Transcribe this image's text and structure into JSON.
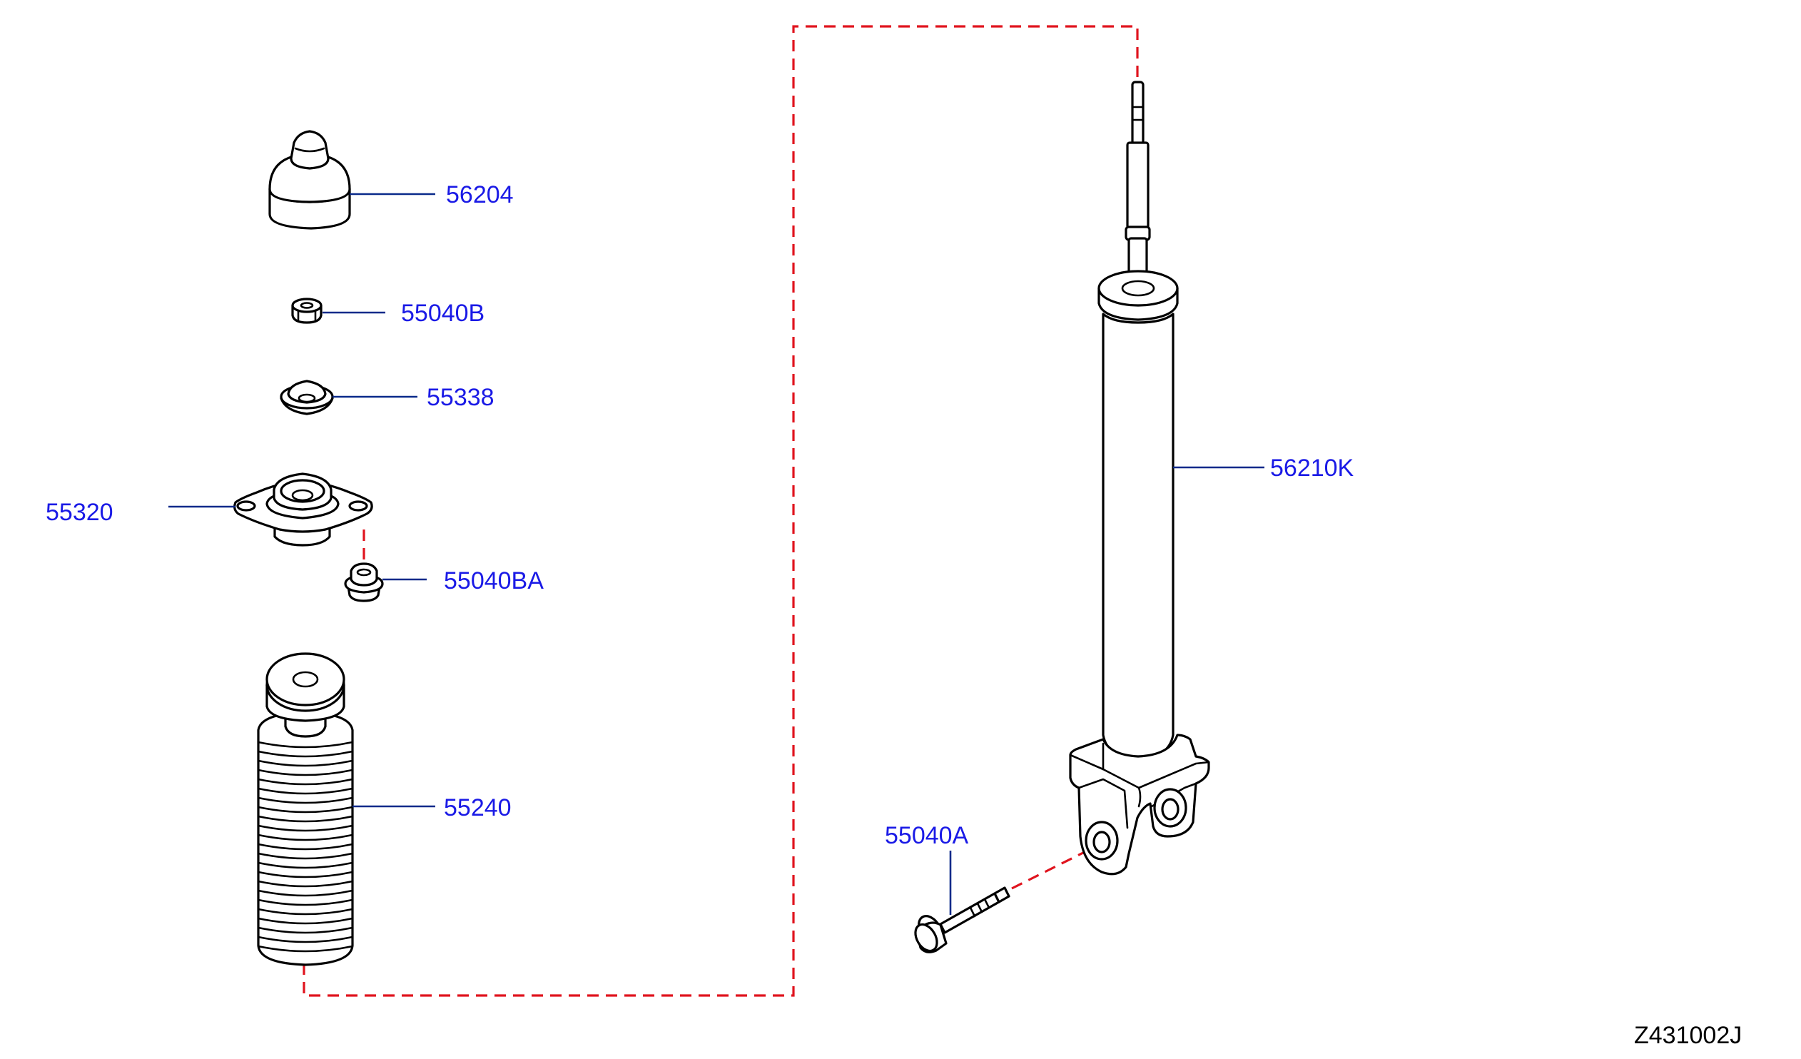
{
  "diagram": {
    "drawing_code": "Z431002J",
    "colors": {
      "label": "#1a1ae6",
      "leader": "#0a2a8a",
      "assembly_line": "#e0141e",
      "outline": "#000000"
    },
    "parts": [
      {
        "id": "bump-stop-cap",
        "number": "56204"
      },
      {
        "id": "nut-top",
        "number": "55040B"
      },
      {
        "id": "washer",
        "number": "55338"
      },
      {
        "id": "mount-insulator",
        "number": "55320"
      },
      {
        "id": "flange-nut",
        "number": "55040BA"
      },
      {
        "id": "dust-boot-bumper",
        "number": "55240"
      },
      {
        "id": "shock-absorber",
        "number": "56210K"
      },
      {
        "id": "mount-bolt",
        "number": "55040A"
      }
    ]
  }
}
